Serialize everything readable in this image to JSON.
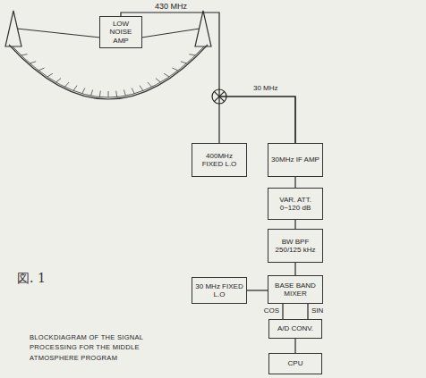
{
  "diagram": {
    "caption": "BLOCKDIAGRAM OF THE SIGNAL PROCESSING FOR THE MIDDLE ATMOSPHERE PROGRAM",
    "nodes": [
      {
        "text": [
          "LOW NOISE AMP"
        ]
      },
      {
        "text": [
          "400MHz FIXED L.O"
        ]
      },
      {
        "text": [
          "30MHz IF AMP"
        ]
      },
      {
        "text": [
          "VAR. ATT. 0~120 dB"
        ]
      },
      {
        "text": [
          "BW BPF 250/125 kHz"
        ]
      },
      {
        "text": [
          "30 MHz FIXED L.O"
        ]
      },
      {
        "text": [
          "BASE BAND MIXER"
        ]
      },
      {
        "text": [
          "A/D CONV."
        ]
      },
      {
        "text": [
          "CPU"
        ]
      }
    ],
    "edges": [
      {
        "from": 0,
        "to": 2,
        "arrow": "none"
      },
      {
        "from": 1,
        "to": 2,
        "arrow": "none"
      },
      {
        "from": 2,
        "to": 3,
        "arrow": "none"
      },
      {
        "from": 3,
        "to": 4,
        "arrow": "none"
      },
      {
        "from": 4,
        "to": 6,
        "arrow": "none"
      },
      {
        "from": 5,
        "to": 6,
        "arrow": "none"
      },
      {
        "from": 6,
        "to": 7,
        "label": "COS",
        "arrow": "none"
      },
      {
        "from": 6,
        "to": 7,
        "label": "SIN",
        "arrow": "none"
      },
      {
        "from": 7,
        "to": 8,
        "arrow": "none"
      }
    ],
    "labels": [
      "430 MHz",
      "30 MHz",
      "図. 1"
    ]
  }
}
